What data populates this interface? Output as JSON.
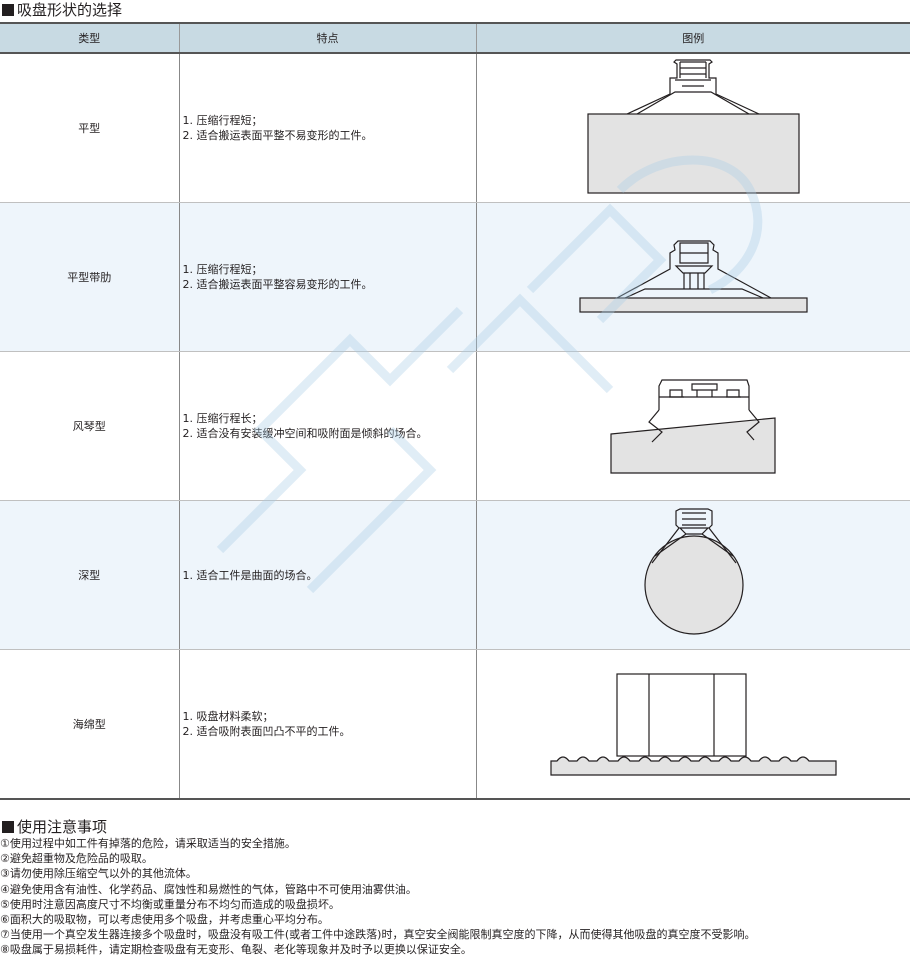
{
  "section1": {
    "title": "吸盘形状的选择",
    "headers": {
      "type": "类型",
      "features": "特点",
      "figure": "图例"
    },
    "rows": [
      {
        "type": "平型",
        "features": [
          "1. 压缩行程短；",
          "2. 适合搬运表面平整不易变形的工件。"
        ],
        "figure": "flat-cup-diagram"
      },
      {
        "type": "平型带肋",
        "features": [
          "1. 压缩行程短；",
          "2. 适合搬运表面平整容易变形的工件。"
        ],
        "figure": "flat-ribbed-cup-diagram"
      },
      {
        "type": "风琴型",
        "features": [
          "1. 压缩行程长；",
          "2. 适合没有安装缓冲空间和吸附面是倾斜的场合。"
        ],
        "figure": "bellows-cup-diagram"
      },
      {
        "type": "深型",
        "features": [
          "1. 适合工件是曲面的场合。"
        ],
        "figure": "deep-cup-diagram"
      },
      {
        "type": "海绵型",
        "features": [
          "1. 吸盘材料柔软；",
          "2. 适合吸附表面凹凸不平的工件。"
        ],
        "figure": "sponge-cup-diagram"
      }
    ]
  },
  "section2": {
    "title": "使用注意事项",
    "notes": [
      "①使用过程中如工件有掉落的危险，请采取适当的安全措施。",
      "②避免超重物及危险品的吸取。",
      "③请勿使用除压缩空气以外的其他流体。",
      "④避免使用含有油性、化学药品、腐蚀性和易燃性的气体，管路中不可使用油雾供油。",
      "⑤使用时注意因高度尺寸不均衡或重量分布不均匀而造成的吸盘损坏。",
      "⑥面积大的吸取物，可以考虑使用多个吸盘，并考虑重心平均分布。",
      "⑦当使用一个真空发生器连接多个吸盘时，吸盘没有吸工件(或者工件中途跌落)时，真空安全阀能限制真空度的下降，从而使得其他吸盘的真空度不受影响。",
      "⑧吸盘属于易损耗件，请定期检查吸盘有无变形、龟裂、老化等现象并及时予以更换以保证安全。"
    ]
  },
  "colors": {
    "header_bg": "#c8dae3",
    "alt_row_bg": "#eef5fb",
    "workpiece_fill": "#e3e3e3",
    "line": "#231f20"
  }
}
